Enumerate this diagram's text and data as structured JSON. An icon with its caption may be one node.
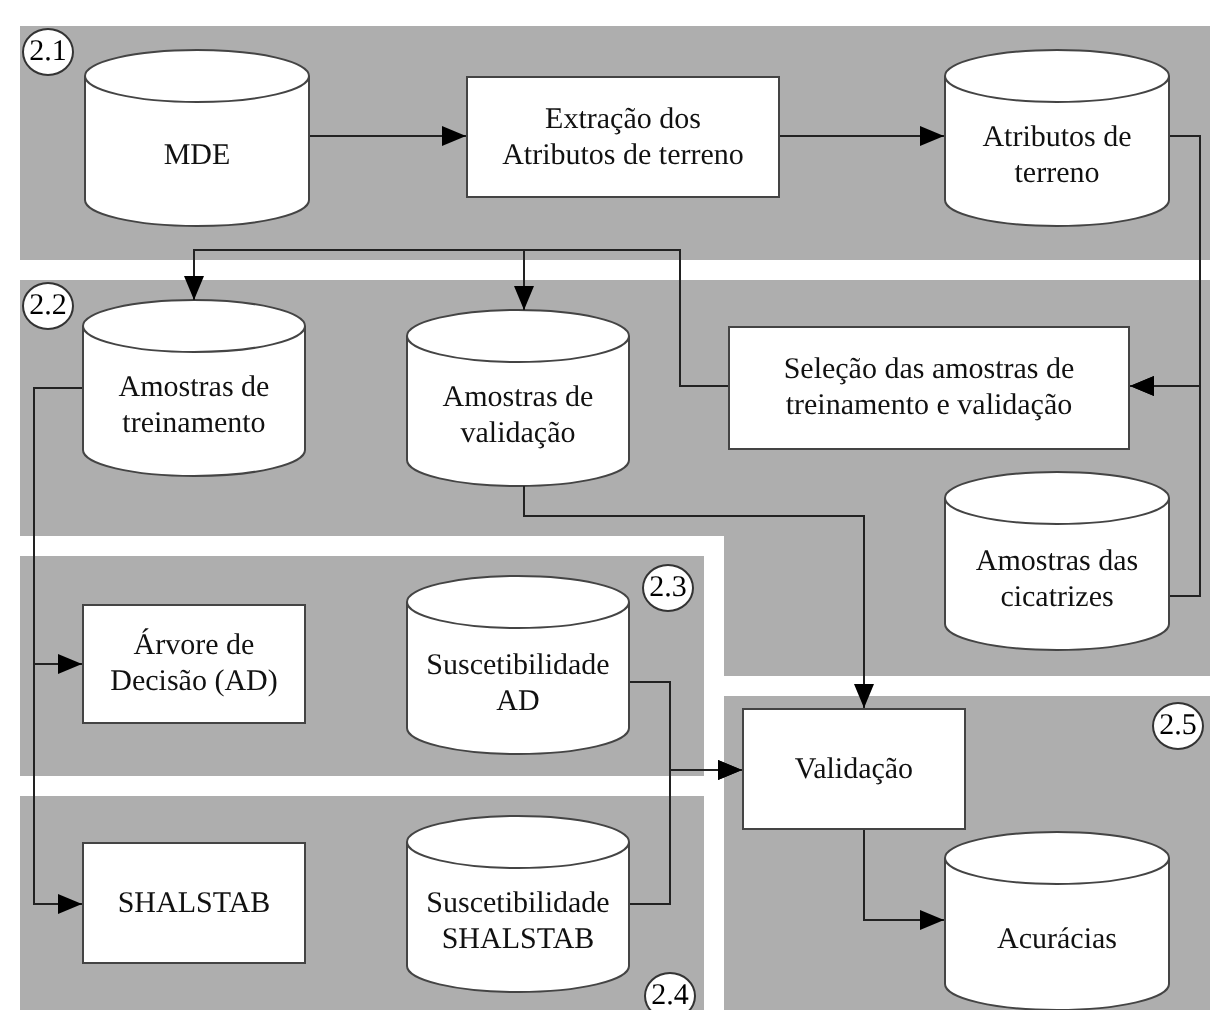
{
  "diagram": {
    "nodes": [
      {
        "text": [
          "2.1"
        ]
      },
      {
        "text": [
          "MDE"
        ],
        "in": 0
      },
      {
        "text": [
          "Extração dos Atributos de terreno"
        ],
        "in": 0
      },
      {
        "text": [
          "Atributos de terreno"
        ],
        "in": 0
      },
      {
        "text": [
          "2.2"
        ]
      },
      {
        "text": [
          "Amostras de treinamento"
        ],
        "in": 4
      },
      {
        "text": [
          "Amostras de validação"
        ],
        "in": 4
      },
      {
        "text": [
          "Seleção das amostras de treinamento e validação"
        ],
        "in": 4
      },
      {
        "text": [
          "Amostras das cicatrizes"
        ],
        "in": 4
      },
      {
        "text": [
          "2.3"
        ]
      },
      {
        "text": [
          "Árvore de Decisão (AD)"
        ],
        "in": 9
      },
      {
        "text": [
          "Suscetibilidade AD"
        ],
        "in": 9
      },
      {
        "text": [
          "2.4"
        ]
      },
      {
        "text": [
          "SHALSTAB"
        ],
        "in": 12
      },
      {
        "text": [
          "Suscetibilidade SHALSTAB"
        ],
        "in": 12
      },
      {
        "text": [
          "2.5"
        ]
      },
      {
        "text": [
          "Validação"
        ],
        "in": 15
      },
      {
        "text": [
          "Acurácias"
        ],
        "in": 15
      }
    ],
    "edges": [
      {
        "from": 1,
        "to": 2,
        "arrow": "to"
      },
      {
        "from": 2,
        "to": 3,
        "arrow": "to"
      },
      {
        "from": 3,
        "to": 7,
        "arrow": "to"
      },
      {
        "from": 8,
        "to": 7,
        "arrow": "to"
      },
      {
        "from": 7,
        "to": 5,
        "arrow": "to"
      },
      {
        "from": 7,
        "to": 6,
        "arrow": "to"
      },
      {
        "from": 5,
        "to": 10,
        "arrow": "to"
      },
      {
        "from": 5,
        "to": 13,
        "arrow": "to"
      },
      {
        "from": 6,
        "to": 16,
        "arrow": "to"
      },
      {
        "from": 11,
        "to": 16,
        "arrow": "to"
      },
      {
        "from": 14,
        "to": 16,
        "arrow": "to"
      },
      {
        "from": 16,
        "to": 17,
        "arrow": "to"
      }
    ]
  }
}
